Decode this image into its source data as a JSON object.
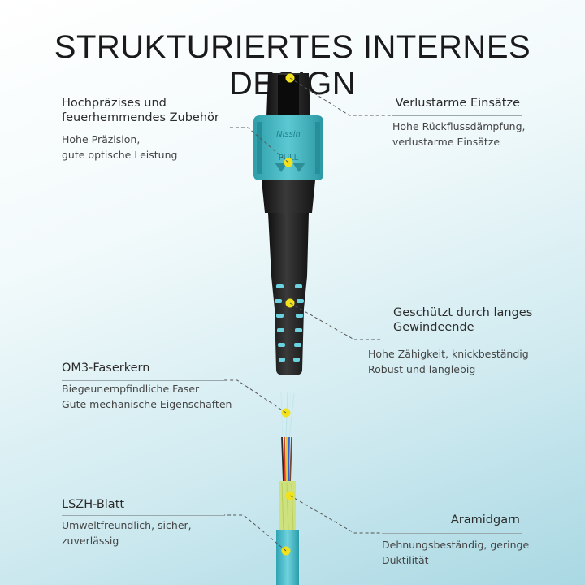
{
  "title": "STRUKTURIERTES INTERNES DESIGN",
  "callouts": {
    "accessory": {
      "heading": "Hochpräzises und feuerhemmendes Zubehör",
      "lines": [
        "Hohe Präzision,",
        "gute optische Leistung"
      ]
    },
    "inserts": {
      "heading": "Verlustarme Einsätze",
      "lines": [
        "Hohe Rückflussdämpfung,",
        "verlustarme Einsätze"
      ]
    },
    "thread": {
      "heading": [
        "Geschützt durch langes",
        "Gewindeende"
      ],
      "lines": [
        "Hohe Zähigkeit, knickbeständig",
        "Robust und langlebig"
      ]
    },
    "core": {
      "heading": "OM3-Faserkern",
      "lines": [
        "Biegeunempfindliche Faser",
        "Gute mechanische Eigenschaften"
      ]
    },
    "sheath": {
      "heading": "LSZH-Blatt",
      "lines": [
        "Umweltfreundlich, sicher,",
        "zuverlässig"
      ]
    },
    "aramid": {
      "heading": "Aramidgarn",
      "lines": [
        "Dehnungsbeständig, geringe",
        "Duktilität"
      ]
    }
  },
  "connector": {
    "brand": "Nissin",
    "pull_label": "PULL"
  },
  "colors": {
    "aqua": "#43b7c2",
    "marker": "#f2e21c",
    "black": "#1e1e1e",
    "yarn": "#cfe07a"
  }
}
